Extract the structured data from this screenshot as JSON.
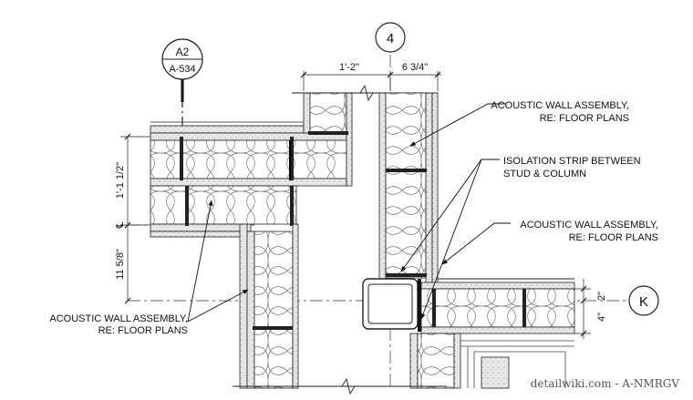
{
  "section_tag": {
    "top": "A2",
    "bottom": "A-534"
  },
  "grid_bubbles": {
    "vertical": "4",
    "horizontal": "K"
  },
  "dimensions": {
    "top_left": "1'-2\"",
    "top_right": "6 3/4\"",
    "left_upper": "1'-1 1/2\"",
    "left_lower": "11 5/8\"",
    "right_upper": "2\"",
    "right_lower": "4\"",
    "centerline": "℄"
  },
  "callouts": {
    "acoustic_top": {
      "line1": "ACOUSTIC WALL ASSEMBLY,",
      "line2": "RE: FLOOR PLANS"
    },
    "isolation": {
      "line1": "ISOLATION STRIP BETWEEN",
      "line2": "STUD & COLUMN"
    },
    "acoustic_mid": {
      "line1": "ACOUSTIC WALL ASSEMBLY,",
      "line2": "RE: FLOOR PLANS"
    },
    "acoustic_left": {
      "line1": "ACOUSTIC WALL ASSEMBLY,",
      "line2": "RE: FLOOR PLANS"
    }
  },
  "watermark": "detailwiki.com - A-NMRGV"
}
